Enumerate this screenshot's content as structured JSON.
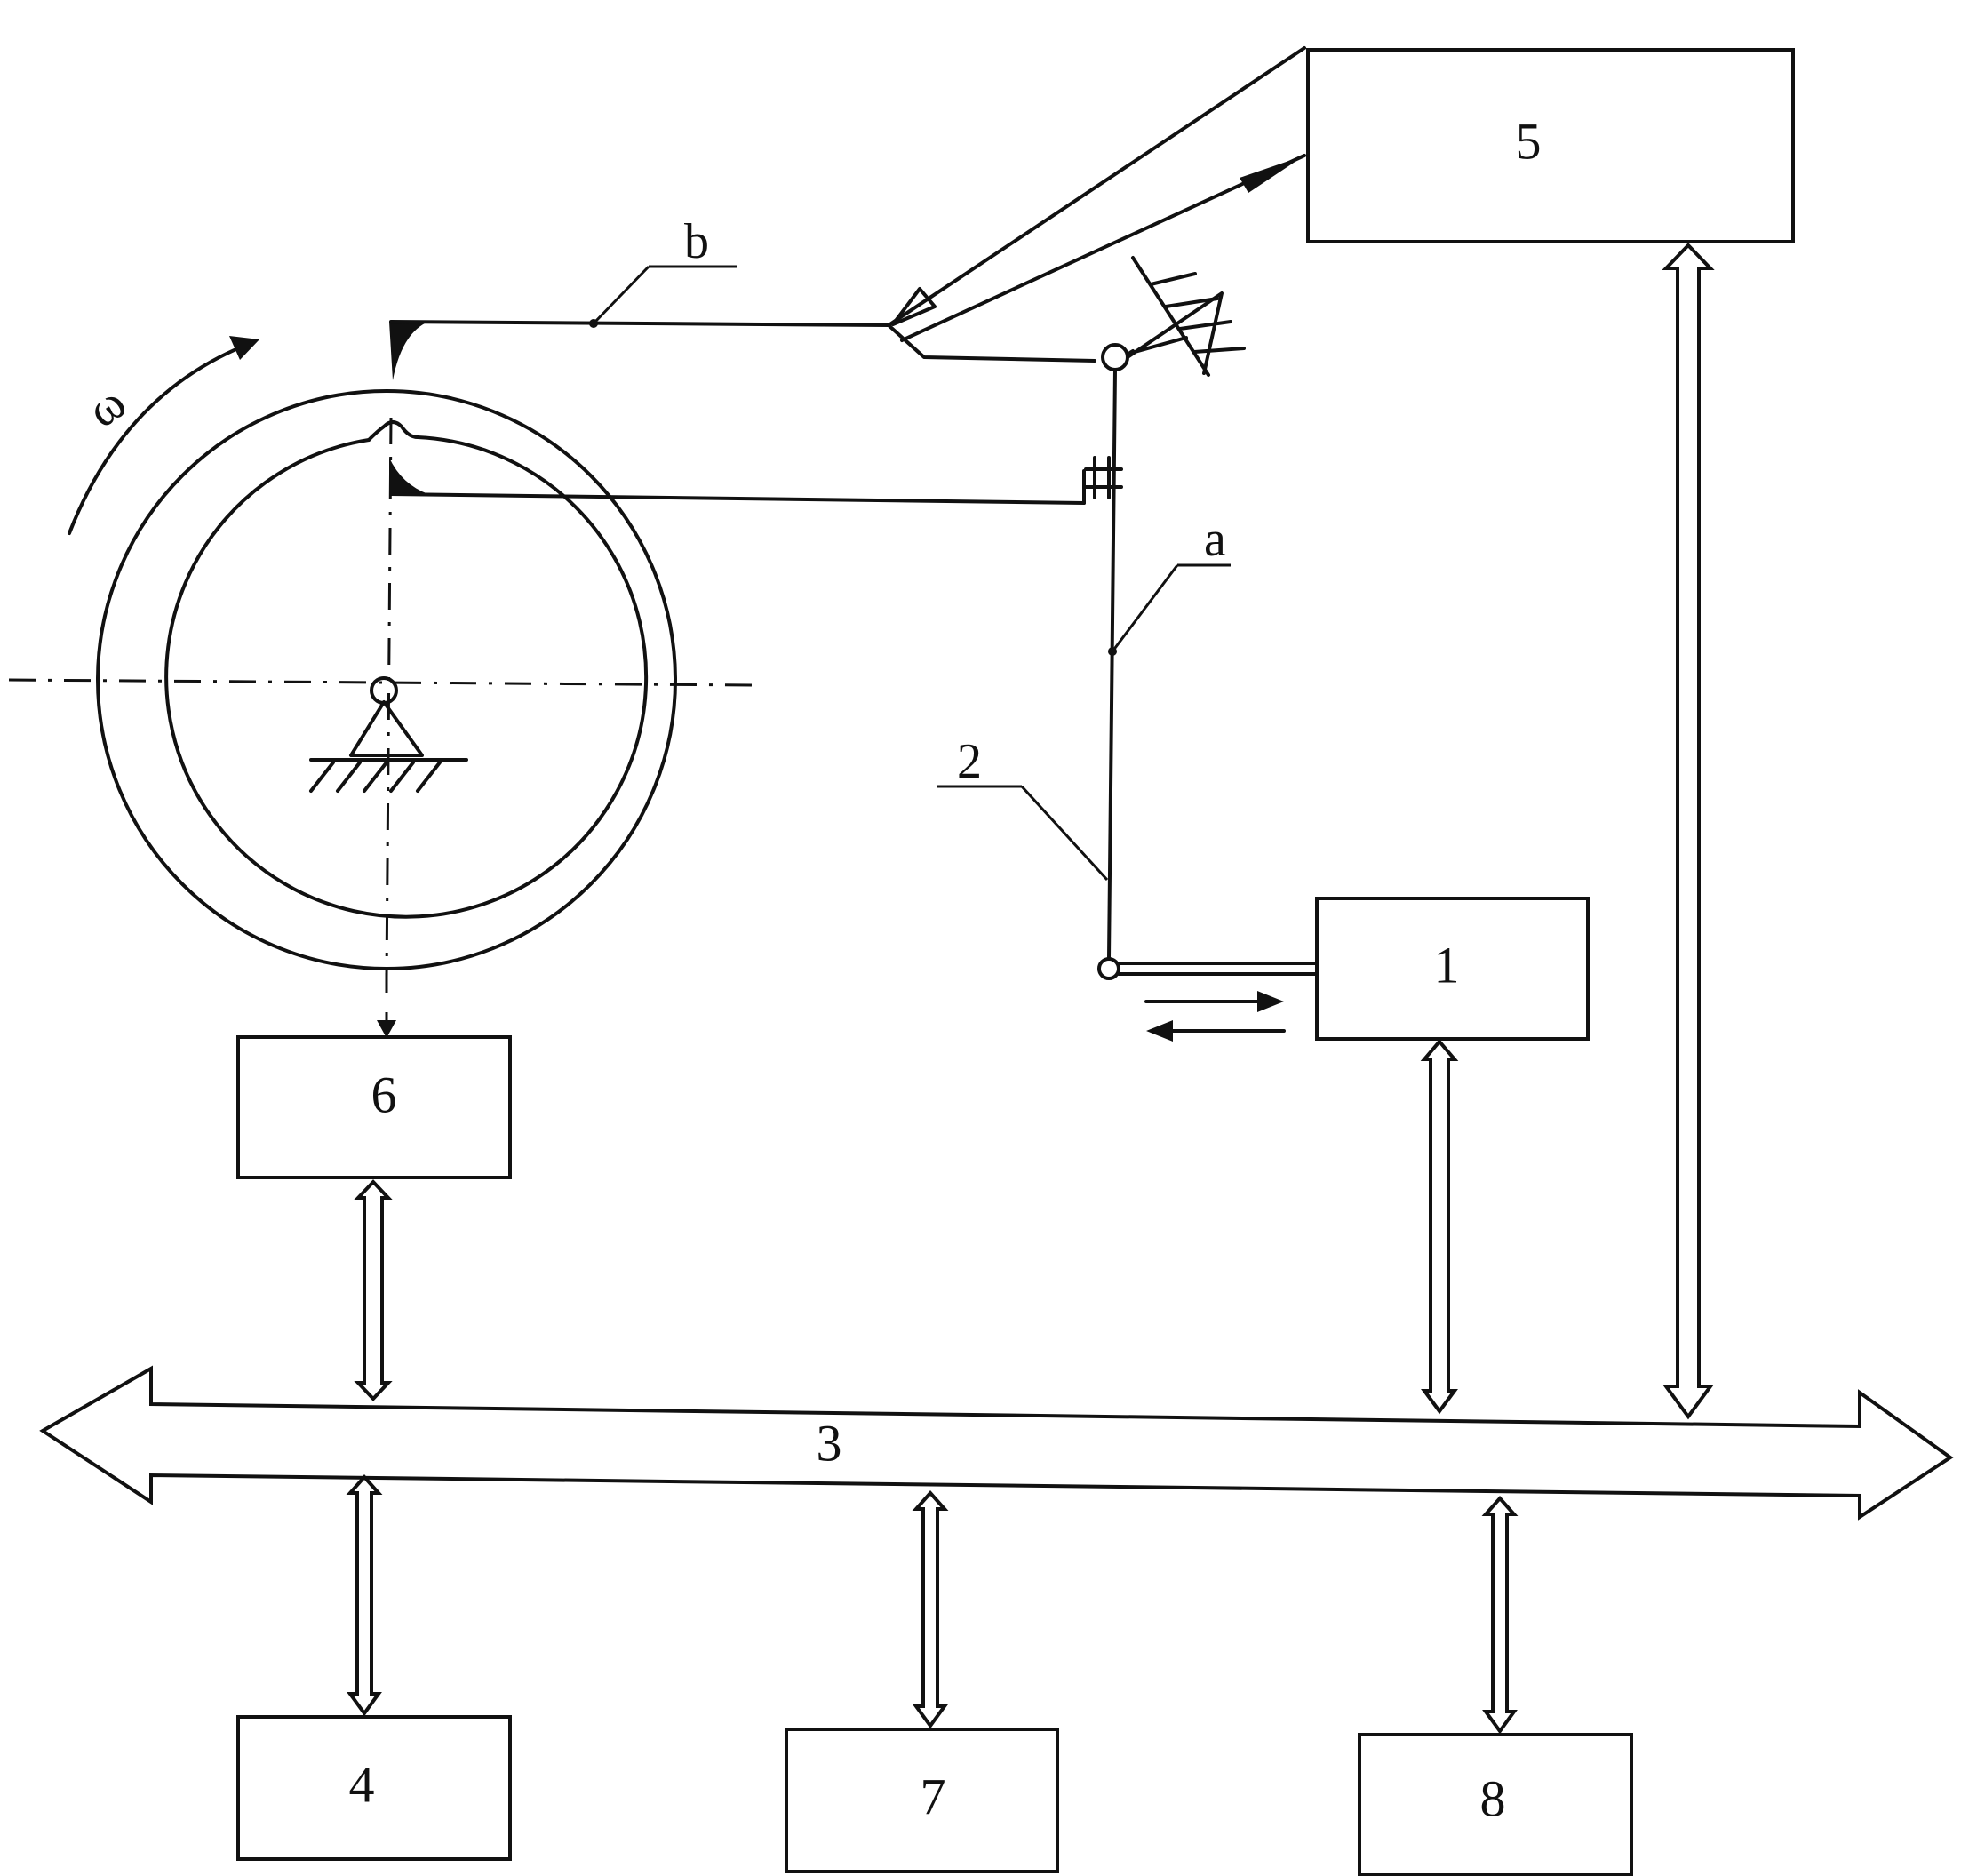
{
  "diagram": {
    "blocks": [
      {
        "id": "1",
        "label": "1"
      },
      {
        "id": "4",
        "label": "4"
      },
      {
        "id": "5",
        "label": "5"
      },
      {
        "id": "6",
        "label": "6"
      },
      {
        "id": "7",
        "label": "7"
      },
      {
        "id": "8",
        "label": "8"
      }
    ],
    "bus_label": "3",
    "lever_label": "2",
    "point_a": "a",
    "point_b": "b",
    "omega": "ω"
  }
}
